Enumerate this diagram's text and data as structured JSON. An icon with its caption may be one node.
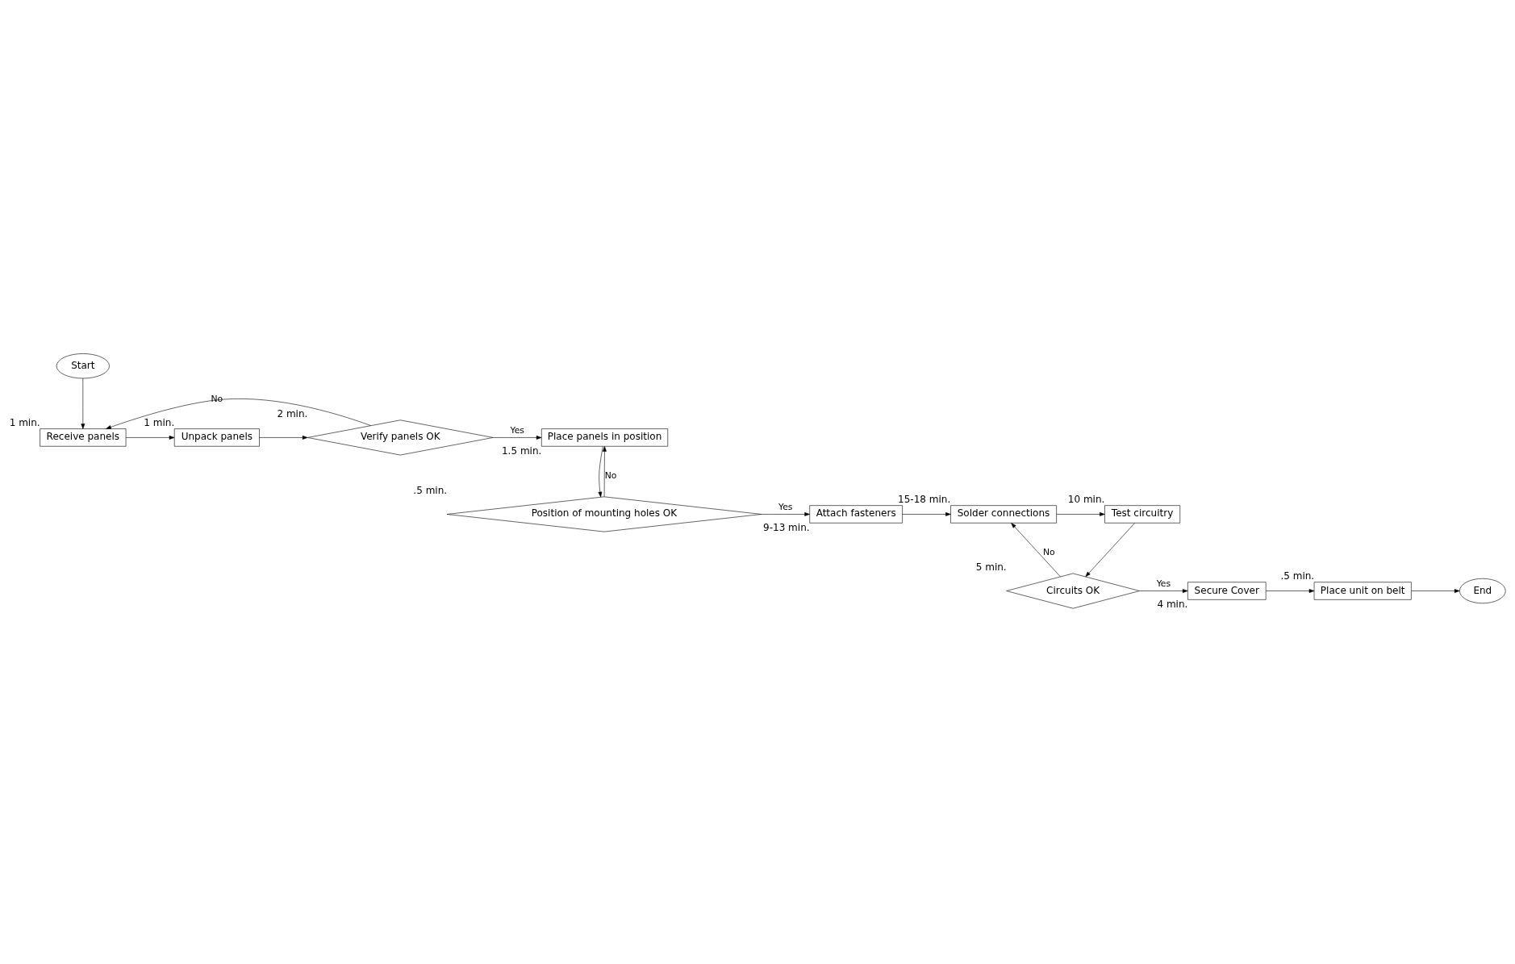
{
  "diagram": {
    "nodes": [
      {
        "text": [
          "Start"
        ]
      },
      {
        "text": [
          "Receive panels"
        ],
        "beside": [
          "1 min."
        ]
      },
      {
        "text": [
          "Unpack panels"
        ],
        "beside": [
          "1 min."
        ]
      },
      {
        "text": [
          "Verify panels OK"
        ],
        "beside": [
          "2 min."
        ]
      },
      {
        "text": [
          "Place panels in position"
        ],
        "beside": [
          "1.5 min."
        ]
      },
      {
        "text": [
          "Position of mounting holes OK"
        ],
        "beside": [
          ".5 min."
        ]
      },
      {
        "text": [
          "Attach fasteners"
        ],
        "beside": [
          "9-13 min."
        ]
      },
      {
        "text": [
          "Solder connections"
        ],
        "beside": [
          "15-18 min."
        ]
      },
      {
        "text": [
          "Test circuitry"
        ],
        "beside": [
          "10 min."
        ]
      },
      {
        "text": [
          "Circuits OK"
        ],
        "beside": [
          "5 min."
        ]
      },
      {
        "text": [
          "Secure Cover"
        ],
        "beside": [
          "4 min."
        ]
      },
      {
        "text": [
          "Place unit on belt"
        ],
        "beside": [
          ".5 min."
        ]
      },
      {
        "text": [
          "End"
        ]
      }
    ],
    "edges": [
      {
        "from": 0,
        "to": 1,
        "arrow": "to"
      },
      {
        "from": 1,
        "to": 2,
        "arrow": "to"
      },
      {
        "from": 2,
        "to": 3,
        "arrow": "to"
      },
      {
        "from": 3,
        "to": 4,
        "arrow": "to",
        "label": "Yes"
      },
      {
        "from": 3,
        "to": 1,
        "arrow": "to",
        "label": "No"
      },
      {
        "from": 4,
        "to": 5,
        "arrow": "to"
      },
      {
        "from": 5,
        "to": 4,
        "arrow": "to",
        "label": "No"
      },
      {
        "from": 5,
        "to": 6,
        "arrow": "to",
        "label": "Yes"
      },
      {
        "from": 6,
        "to": 7,
        "arrow": "to"
      },
      {
        "from": 7,
        "to": 8,
        "arrow": "to"
      },
      {
        "from": 8,
        "to": 9,
        "arrow": "to"
      },
      {
        "from": 9,
        "to": 10,
        "arrow": "to",
        "label": "Yes"
      },
      {
        "from": 9,
        "to": 7,
        "arrow": "to",
        "label": "No"
      },
      {
        "from": 10,
        "to": 11,
        "arrow": "to"
      },
      {
        "from": 11,
        "to": 12,
        "arrow": "to"
      }
    ]
  }
}
